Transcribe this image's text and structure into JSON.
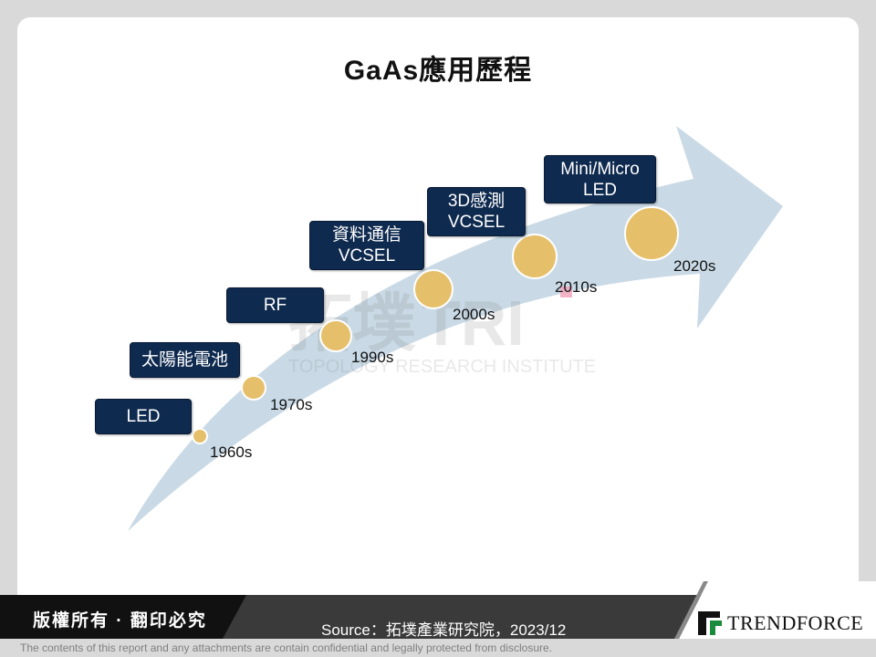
{
  "title": "GaAs應用歷程",
  "milestones": [
    {
      "year": "1960s",
      "application": "LED"
    },
    {
      "year": "1970s",
      "application": "太陽能電池"
    },
    {
      "year": "1990s",
      "application": "RF"
    },
    {
      "year": "2000s",
      "application": "資料通信\nVCSEL"
    },
    {
      "year": "2010s",
      "application": "3D感測\nVCSEL"
    },
    {
      "year": "2020s",
      "application": "Mini/Micro\nLED"
    }
  ],
  "watermark": {
    "brand": "拓墣",
    "sub": "TOPOLOGY RESEARCH INSTITUTE"
  },
  "footer": {
    "copyright": "版權所有 · 翻印必究",
    "source": "Source：拓墣產業研究院，2023/12",
    "logo_text": "TRENDFORCE",
    "disclaimer": "The contents of this report and any attachments are contain confidential and legally protected from disclosure."
  },
  "colors": {
    "arrow": "#c9dae6",
    "circle": "#e6bf6a",
    "tag": "#0f2a4f",
    "footer_bar": "#3a3a3a"
  }
}
